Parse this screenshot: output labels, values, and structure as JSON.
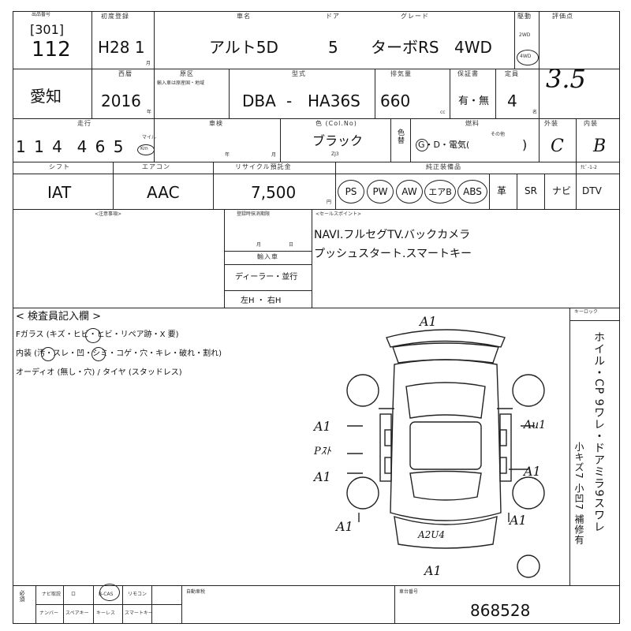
{
  "header": {
    "lot_code": "[301]",
    "lot_label_small": "出品番号",
    "lot_number": "112",
    "first_reg_label": "初度登録",
    "first_reg_value": "H28 1",
    "first_reg_month_unit": "月",
    "model_label": "車名",
    "model_value": "アルト5D",
    "doors_label": "ドア",
    "doors_value": "5",
    "grade_label": "グレード",
    "grade_value": "ターボRS",
    "drive_value": "4WD",
    "drive_label": "駆動",
    "drive_2wd": "2WD",
    "drive_4wd": "4WD",
    "score_label": "評価点",
    "score_value": "3.5"
  },
  "row2": {
    "region_value": "愛知",
    "year_label": "西暦",
    "year_value": "2016",
    "year_unit": "年",
    "origin_label": "原区",
    "origin_note": "輸入車は原産国・地域",
    "type_label": "型式",
    "type_prefix": "DBA",
    "type_dash": "-",
    "type_value": "HA36S",
    "displacement_label": "排気量",
    "displacement_value": "660",
    "displacement_unit": "cc",
    "warranty_label": "保証書",
    "warranty_value": "有・無",
    "capacity_label": "定員",
    "capacity_value": "4",
    "capacity_unit": "名"
  },
  "row3": {
    "mileage_label": "走行",
    "mileage_value": "1 1 4  4 6 5",
    "mileage_unit_top": "マイル",
    "mileage_unit_circle": "Km",
    "inspection_label": "車検",
    "inspection_year": "年",
    "inspection_month": "月",
    "color_label": "色 (Col.No)",
    "color_value": "ブラック",
    "color_code": "ZJ3",
    "color_change": "色替",
    "fuel_label": "燃料",
    "fuel_options": "G・D・電気(",
    "fuel_other": "その他",
    "fuel_close": ")",
    "exterior_label": "外装",
    "exterior_value": "C",
    "interior_label": "内装",
    "interior_value": "B"
  },
  "row4": {
    "shift_label": "シフト",
    "shift_value": "IAT",
    "aircon_label": "エアコン",
    "aircon_value": "AAC",
    "recycle_label": "リサイクル預託金",
    "recycle_value": "7,500",
    "recycle_unit": "円",
    "equipment_label": "純正装備品",
    "equipment_extra": "ﾅﾋﾞ-1-2",
    "equipment": [
      "PS",
      "PW",
      "AW",
      "エアB",
      "ABS",
      "革",
      "SR",
      "ナビ",
      "DTV"
    ]
  },
  "notes": {
    "caution_label": "<注意事項>",
    "reg_label": "登録時抹消期限",
    "reg_month": "月",
    "reg_day": "日",
    "import_label": "輸入車",
    "import_value": "ディーラー・並行",
    "handle_value": "左H ・ 右H",
    "sales_label": "<セールスポイント>",
    "sales_line1": "NAVI.フルセグTV.バックカメラ",
    "sales_line2": "プッシュスタート.スマートキー"
  },
  "inspection": {
    "title": "< 検査員記入欄 >",
    "line1": "Fガラス (キズ・ヒビ・ヒビ・リペア跡・X 要)",
    "line2": "内装 (汚・スレ・凹・シミ・コゲ・穴・キレ・破れ・割れ)",
    "line3": "オーディオ (無し・穴) / タイヤ (スタッドレス)",
    "keylock_label": "キーロック",
    "side_text": "ホイル・CP 9ワレ・ドアミラ9スワレ",
    "side_text2": "小キズ7 小凹7 補修有"
  },
  "marks": {
    "top": "A1",
    "left1": "A1",
    "left2": "Pｽﾄ",
    "left3": "A1",
    "left4": "A1",
    "right1": "Au1",
    "right2": "A1",
    "right3": "A1",
    "rear_inner": "A2U4",
    "bottom": "A1"
  },
  "footer": {
    "label1": "必須",
    "label2": "ナビ取説",
    "label3": "ロ",
    "label4": "B-CAS",
    "label5": "リモコン",
    "label6": "ナンバー",
    "label7": "スペアキー",
    "label8": "キーレス",
    "label9": "スマートキー",
    "tax_label": "自動車税",
    "chassis_label": "車台番号",
    "chassis_value": "868528"
  }
}
